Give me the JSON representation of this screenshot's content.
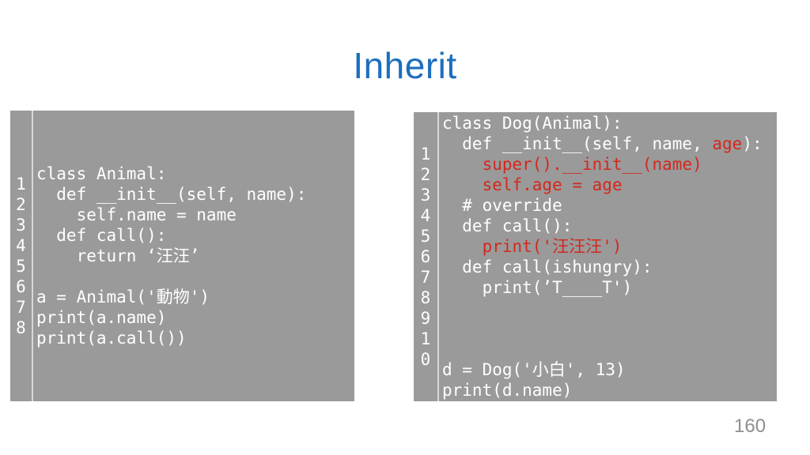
{
  "slide": {
    "title": "Inherit",
    "page_number": "160"
  },
  "colors": {
    "background": "#FFFFFF",
    "title": "#1C6FBC",
    "block_bg": "#9A9A9A",
    "code_text": "#FFFFFF",
    "highlight_red": "#D2281E",
    "gutter_divider": "#D8D8D8",
    "page_number": "#8F8F8F"
  },
  "left_code_block": {
    "line_numbers": [
      "1",
      "2",
      "3",
      "4",
      "5",
      "6",
      "7",
      "8"
    ],
    "lines": [
      [
        {
          "text": "class Animal:",
          "highlight": false
        }
      ],
      [
        {
          "text": "  def __init__(self, name):",
          "highlight": false
        }
      ],
      [
        {
          "text": "    self.name = name",
          "highlight": false
        }
      ],
      [
        {
          "text": "  def call():",
          "highlight": false
        }
      ],
      [
        {
          "text": "    return ‘汪汪’",
          "highlight": false
        }
      ],
      [
        {
          "text": "",
          "highlight": false
        }
      ],
      [
        {
          "text": "a = Animal('動物')",
          "highlight": false
        }
      ],
      [
        {
          "text": "print(a.name)",
          "highlight": false
        }
      ],
      [
        {
          "text": "print(a.call())",
          "highlight": false
        }
      ]
    ]
  },
  "right_code_block": {
    "line_numbers": [
      "1",
      "2",
      "3",
      "4",
      "5",
      "6",
      "7",
      "8",
      "9",
      "1",
      "0"
    ],
    "lines": [
      [
        {
          "text": "class Dog(Animal):",
          "highlight": false
        }
      ],
      [
        {
          "text": "  def __init__(self, name, ",
          "highlight": false
        },
        {
          "text": "age",
          "highlight": true
        },
        {
          "text": "):",
          "highlight": false
        }
      ],
      [
        {
          "text": "    ",
          "highlight": false
        },
        {
          "text": "super().__init__(name)",
          "highlight": true
        }
      ],
      [
        {
          "text": "    ",
          "highlight": false
        },
        {
          "text": "self.age = age",
          "highlight": true
        }
      ],
      [
        {
          "text": "  # override",
          "highlight": false
        }
      ],
      [
        {
          "text": "  def call():",
          "highlight": false
        }
      ],
      [
        {
          "text": "    ",
          "highlight": false
        },
        {
          "text": "print('汪汪汪')",
          "highlight": true
        }
      ],
      [
        {
          "text": "  def call(ishungry):",
          "highlight": false
        }
      ],
      [
        {
          "text": "    print(’T____T')",
          "highlight": false
        }
      ],
      [
        {
          "text": "",
          "highlight": false
        }
      ],
      [
        {
          "text": "",
          "highlight": false
        }
      ],
      [
        {
          "text": "",
          "highlight": false
        }
      ],
      [
        {
          "text": "d = Dog('小白', 13)",
          "highlight": false
        }
      ],
      [
        {
          "text": "print(d.name)",
          "highlight": false
        }
      ]
    ]
  }
}
